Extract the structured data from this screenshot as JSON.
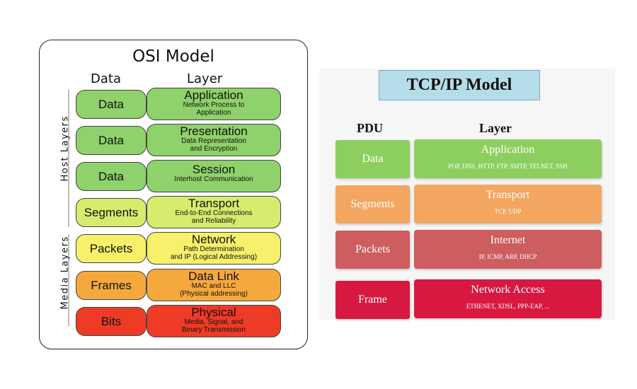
{
  "osi": {
    "title": "OSI Model",
    "col_data": "Data",
    "col_layer": "Layer",
    "host_label": "Host Layers",
    "media_label": "Media Layers",
    "layers": [
      {
        "pdu": "Data",
        "name": "Application",
        "desc": [
          "Network Process to",
          "Application"
        ],
        "color": "#8fd16a"
      },
      {
        "pdu": "Data",
        "name": "Presentation",
        "desc": [
          "Data Representation",
          "and Encryption"
        ],
        "color": "#8fd16a"
      },
      {
        "pdu": "Data",
        "name": "Session",
        "desc": [
          "Interhost Communication"
        ],
        "color": "#8fd16a"
      },
      {
        "pdu": "Segments",
        "name": "Transport",
        "desc": [
          "End-to-End Connections",
          "and Reliability"
        ],
        "color": "#d5ec6e"
      },
      {
        "pdu": "Packets",
        "name": "Network",
        "desc": [
          "Path Determination",
          "and IP (Logical Addressing)"
        ],
        "color": "#f7f06a"
      },
      {
        "pdu": "Frames",
        "name": "Data Link",
        "desc": [
          "MAC and LLC",
          "(Physical addressing)"
        ],
        "color": "#f5a93c"
      },
      {
        "pdu": "Bits",
        "name": "Physical",
        "desc": [
          "Media, Signal, and",
          "Binary Transmission"
        ],
        "color": "#ee3b25"
      }
    ]
  },
  "tcp": {
    "title": "TCP/IP Model",
    "col_pdu": "PDU",
    "col_layer": "Layer",
    "layers": [
      {
        "pdu": "Data",
        "name": "Application",
        "protocols": "POP, DNS, HTTP, FTP, SMTP, TELNET, SSH",
        "color": "#8dcf5e"
      },
      {
        "pdu": "Segments",
        "name": "Transport",
        "protocols": "TCP, UDP",
        "color": "#f2a660"
      },
      {
        "pdu": "Packets",
        "name": "Internet",
        "protocols": "IP, ICMP, ARP, DHCP",
        "color": "#cd5d5e"
      },
      {
        "pdu": "Frame",
        "name": "Network Access",
        "protocols": "ETHENET, XDSL, PPP-EAP, ...",
        "color": "#d8193f"
      }
    ]
  }
}
